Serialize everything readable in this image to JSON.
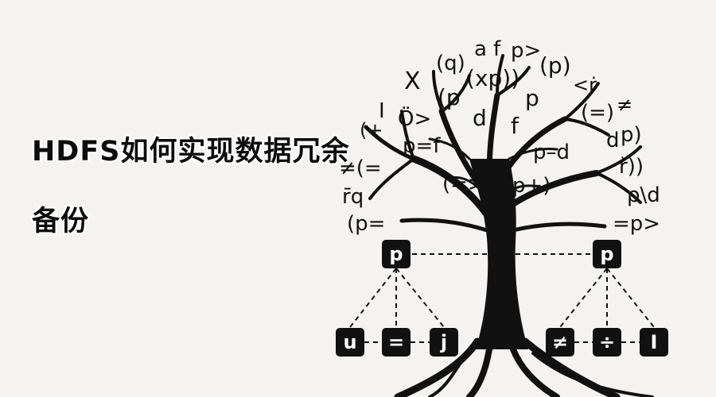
{
  "title": {
    "line1": "HDFS如何实现数据冗余",
    "line2": "备份"
  },
  "tree_symbols": [
    "(q)",
    "a",
    "f",
    "p>",
    "(p)",
    "X",
    "(xp))",
    "(p",
    "<ṙ",
    "I",
    "Ö>",
    "p",
    "d",
    "f",
    "(=)",
    "≠",
    "(+",
    "p=f",
    "p–d",
    "d",
    "p)",
    "≠(=",
    "(=>",
    "p+)",
    "ř))",
    "r̄q",
    "ρ\\d",
    "(p=",
    "=p>"
  ],
  "nodes": {
    "left_root": "p",
    "right_root": "p",
    "left_children": [
      "u",
      "=",
      "j"
    ],
    "right_children": [
      "≠",
      "÷",
      "I"
    ]
  },
  "colors": {
    "background": "#f4f3f1",
    "ink": "#111111",
    "title": "#0d0d0d"
  }
}
